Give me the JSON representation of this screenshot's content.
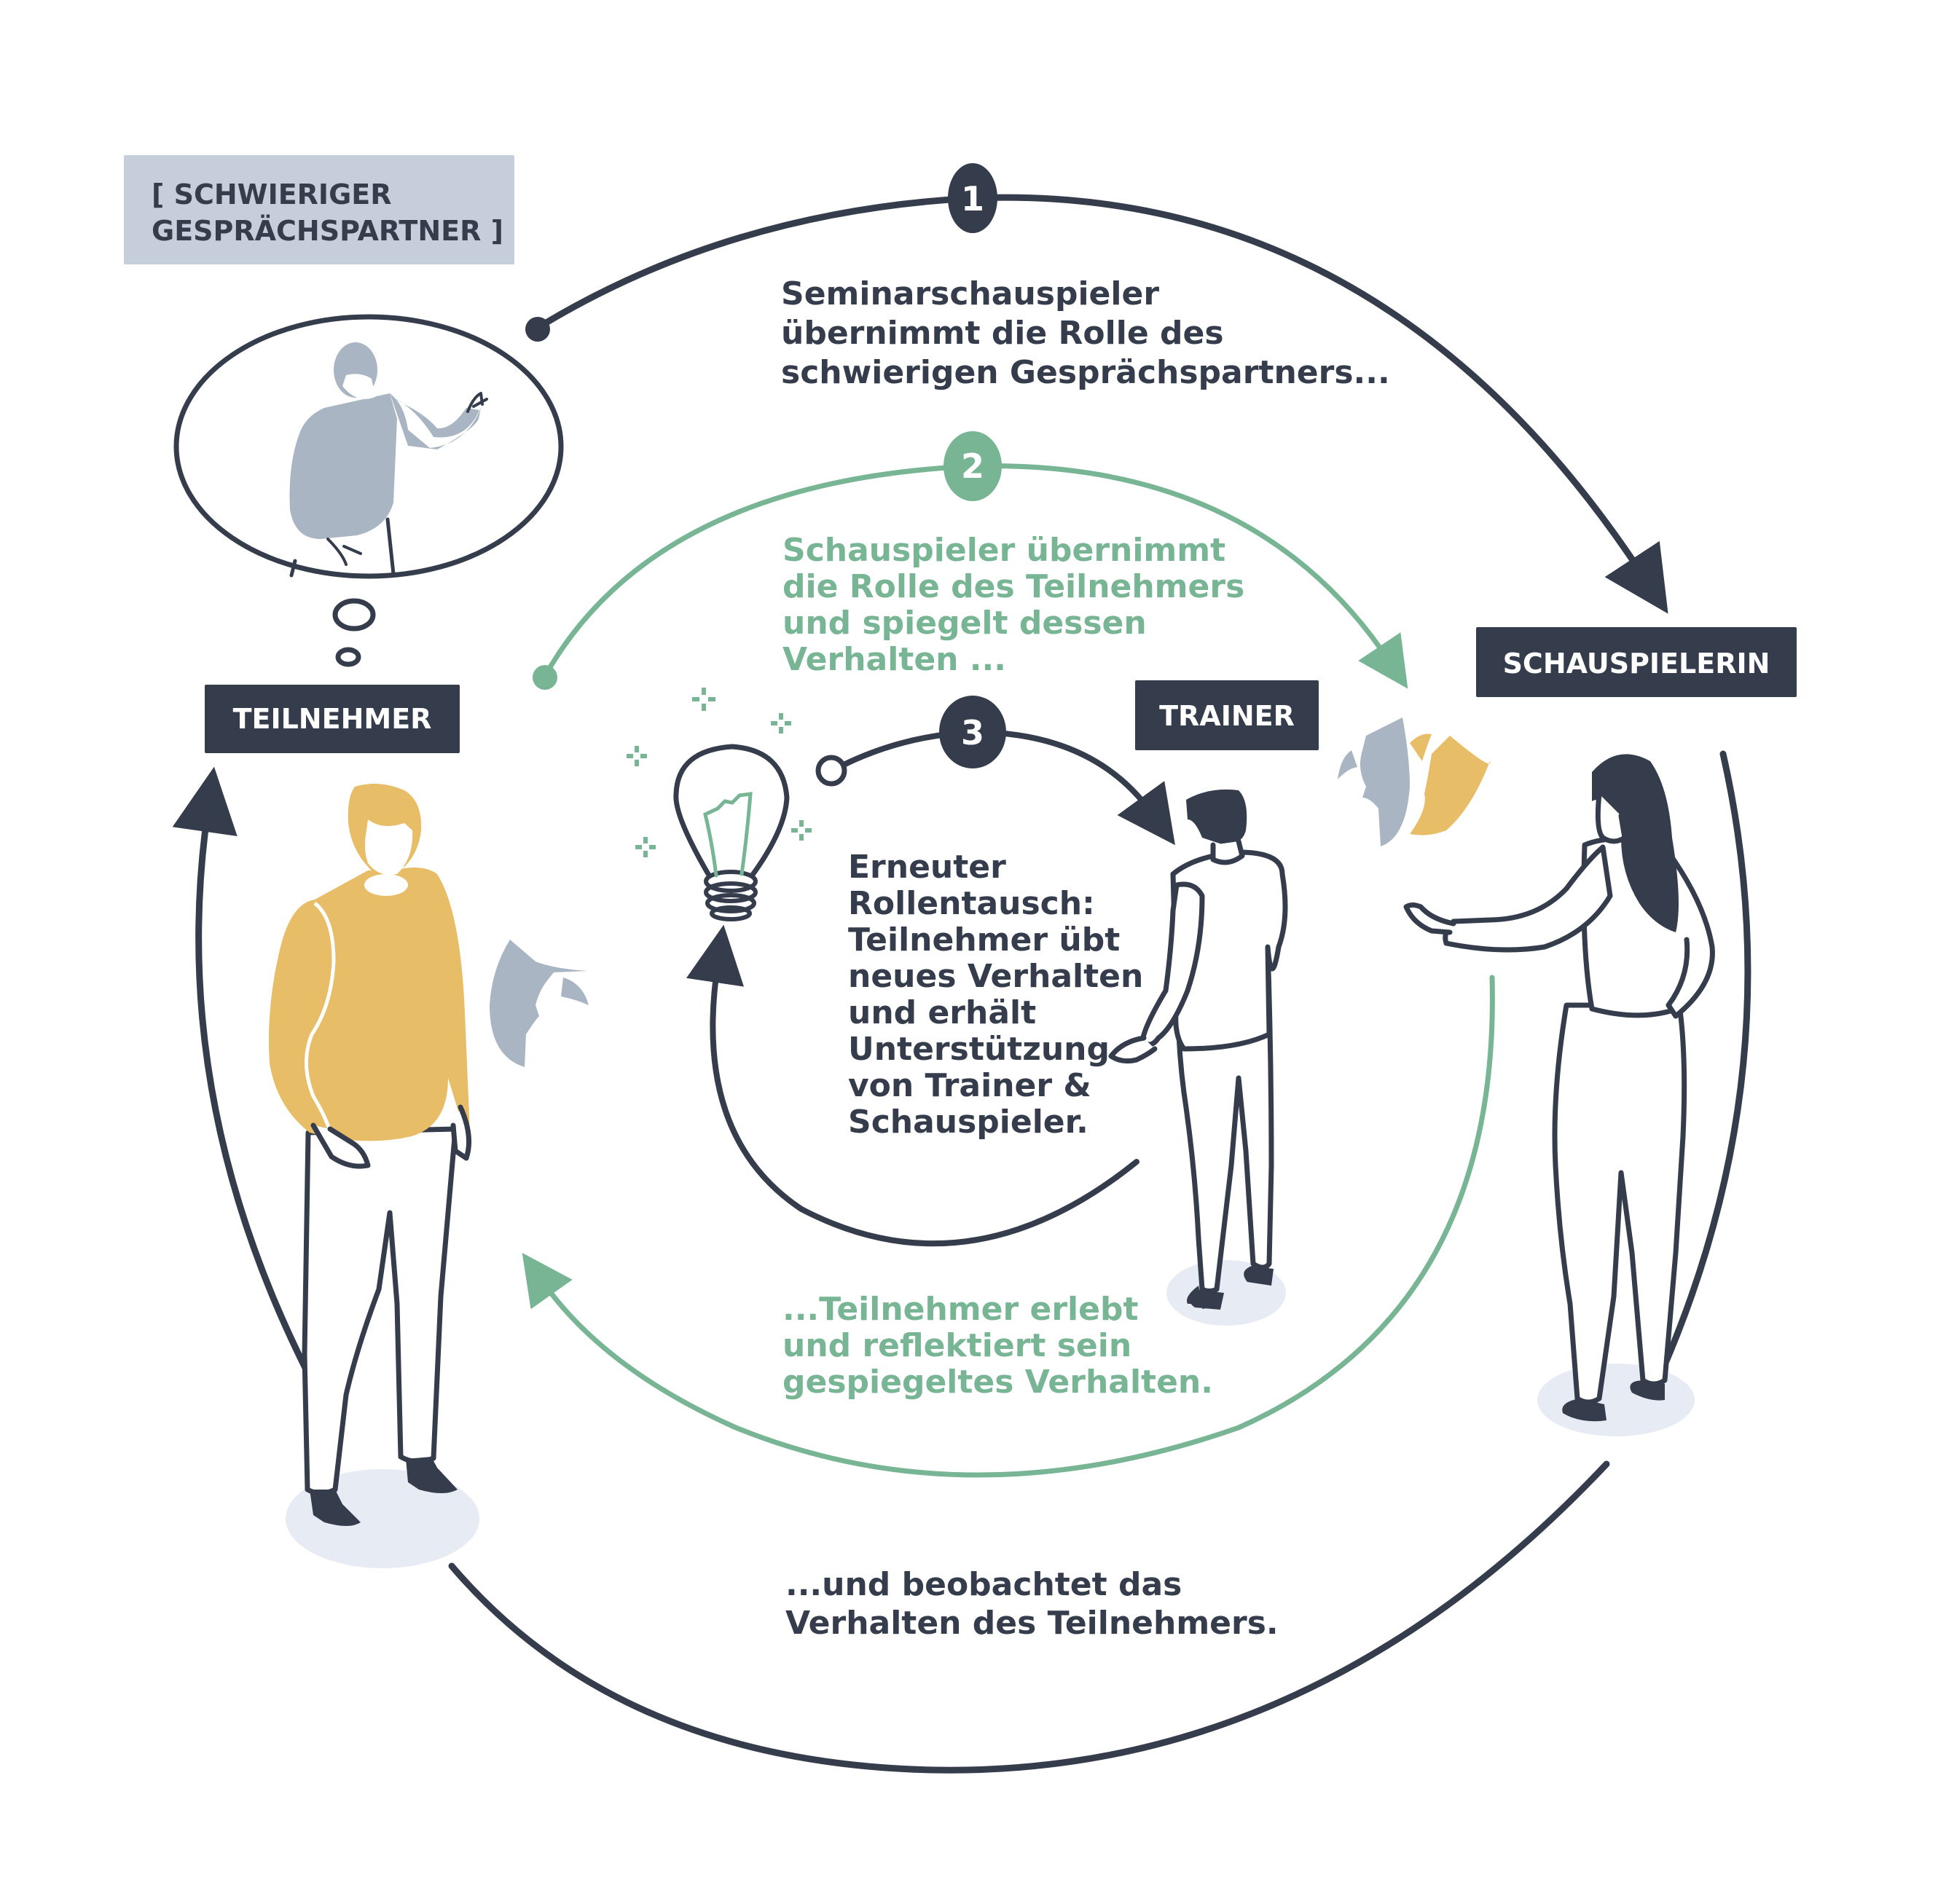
{
  "tag_box": {
    "line1": "[ SCHWIERIGER",
    "line2": "GESPRÄCHSPARTNER ]"
  },
  "roles": {
    "participant": "TEILNEHMER",
    "trainer": "TRAINER",
    "actress": "SCHAUSPIELERIN"
  },
  "steps": [
    {
      "number": "1",
      "lines": [
        "Seminarschauspieler",
        "übernimmt die Rolle des",
        "schwierigen Gesprächspartners..."
      ]
    },
    {
      "number": "2",
      "lines": [
        "Schauspieler übernimmt",
        "die Rolle des Teilnehmers",
        "und spiegelt dessen",
        "Verhalten ..."
      ]
    },
    {
      "number": "3",
      "lines": [
        "Erneuter",
        "Rollentausch:",
        "Teilnehmer übt",
        "neues Verhalten",
        "und erhält",
        "Unterstützung",
        "von Trainer &",
        "Schauspieler."
      ]
    }
  ],
  "return_texts": {
    "green": [
      "...Teilnehmer erlebt",
      "und reflektiert sein",
      "gespiegeltes Verhalten."
    ],
    "dark": [
      "...und beobachtet das",
      "Verhalten des Teilnehmers."
    ]
  },
  "colors": {
    "dark": "#353c4b",
    "green": "#77b594",
    "yellow": "#e8bd68",
    "gray": "#a9b5c2",
    "tag_bg": "#c5ceda",
    "shadow": "#e7ebf3"
  }
}
